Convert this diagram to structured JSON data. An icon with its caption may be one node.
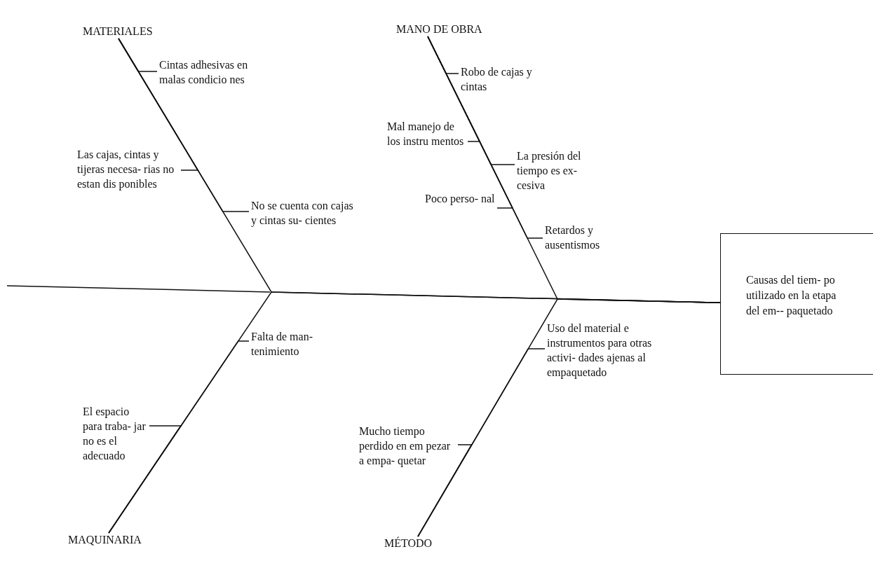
{
  "diagram": {
    "nodes": [
      {
        "text": [
          "MATERIALES"
        ]
      },
      {
        "text": [
          "Cintas adhesivas en malas condicio nes"
        ]
      },
      {
        "text": [
          "Las cajas, cintas y tijeras necesa- rias no estan dis ponibles"
        ]
      },
      {
        "text": [
          "No se cuenta con cajas y cintas su- cientes"
        ]
      },
      {
        "text": [
          "MANO DE OBRA"
        ]
      },
      {
        "text": [
          "Robo de cajas y cintas"
        ]
      },
      {
        "text": [
          "Mal manejo de los instru mentos"
        ]
      },
      {
        "text": [
          "La presión del tiempo es ex- cesiva"
        ]
      },
      {
        "text": [
          "Poco perso- nal"
        ]
      },
      {
        "text": [
          "Retardos y ausentismos"
        ]
      },
      {
        "text": [
          "Causas del tiem- po utilizado en la etapa del em-- paquetado"
        ]
      },
      {
        "text": [
          "MAQUINARIA"
        ]
      },
      {
        "text": [
          "Falta de man- tenimiento"
        ]
      },
      {
        "text": [
          "El espacio para traba- jar no es el adecuado"
        ]
      },
      {
        "text": [
          "MÉTODO"
        ]
      },
      {
        "text": [
          "Uso del material e instrumentos para otras activi- dades ajenas al empaquetado"
        ]
      },
      {
        "text": [
          "Mucho tiempo perdido en em pezar a empa- quetar"
        ]
      }
    ],
    "edges": [
      {
        "from": 0,
        "to": 10,
        "arrow": "none"
      },
      {
        "from": 1,
        "to": 0,
        "arrow": "none"
      },
      {
        "from": 2,
        "to": 0,
        "arrow": "none"
      },
      {
        "from": 3,
        "to": 0,
        "arrow": "none"
      },
      {
        "from": 4,
        "to": 10,
        "arrow": "none"
      },
      {
        "from": 5,
        "to": 4,
        "arrow": "none"
      },
      {
        "from": 6,
        "to": 4,
        "arrow": "none"
      },
      {
        "from": 7,
        "to": 4,
        "arrow": "none"
      },
      {
        "from": 8,
        "to": 4,
        "arrow": "none"
      },
      {
        "from": 9,
        "to": 4,
        "arrow": "none"
      },
      {
        "from": 11,
        "to": 10,
        "arrow": "none"
      },
      {
        "from": 12,
        "to": 11,
        "arrow": "none"
      },
      {
        "from": 13,
        "to": 11,
        "arrow": "none"
      },
      {
        "from": 14,
        "to": 10,
        "arrow": "none"
      },
      {
        "from": 15,
        "to": 14,
        "arrow": "none"
      },
      {
        "from": 16,
        "to": 14,
        "arrow": "none"
      }
    ]
  }
}
